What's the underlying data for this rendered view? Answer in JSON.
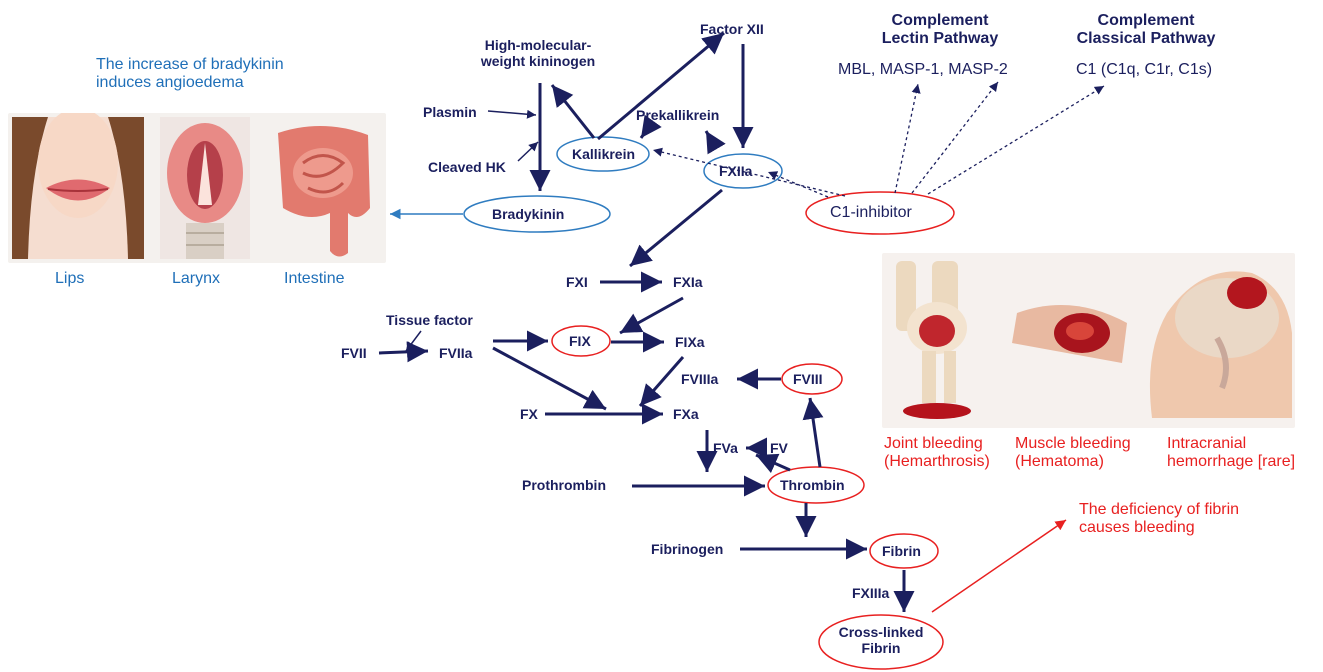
{
  "nodes": {
    "factor_xii": "Factor XII",
    "hmwk": "High-molecular-\nweight kininogen",
    "plasmin": "Plasmin",
    "prekallikrein": "Prekallikrein",
    "kallikrein": "Kallikrein",
    "cleaved_hk": "Cleaved HK",
    "fxiia": "FXIIa",
    "bradykinin": "Bradykinin",
    "c1_inhibitor": "C1-inhibitor",
    "fxi": "FXI",
    "fxia": "FXIa",
    "tissue_factor": "Tissue factor",
    "fvii": "FVII",
    "fviia": "FVIIa",
    "fix": "FIX",
    "fixa": "FIXa",
    "fviiia": "FVIIIa",
    "fviii": "FVIII",
    "fx": "FX",
    "fxa": "FXa",
    "fva": "FVa",
    "fv": "FV",
    "prothrombin": "Prothrombin",
    "thrombin": "Thrombin",
    "fibrinogen": "Fibrinogen",
    "fibrin": "Fibrin",
    "fxiiia": "FXIIIa",
    "cross_linked_fibrin": "Cross-linked\nFibrin"
  },
  "complement": {
    "lectin_title": "Complement\nLectin Pathway",
    "lectin_components": "MBL, MASP-1, MASP-2",
    "classical_title": "Complement\nClassical Pathway",
    "classical_components": "C1 (C1q, C1r, C1s)"
  },
  "angioedema": {
    "caption": "The increase of bradykinin\ninduces angioedema",
    "labels": [
      "Lips",
      "Larynx",
      "Intestine"
    ]
  },
  "bleeding": {
    "labels": [
      "Joint bleeding\n(Hemarthrosis)",
      "Muscle bleeding\n(Hematoma)",
      "Intracranial\nhemorrhage [rare]"
    ],
    "caption": "The deficiency of fibrin\ncauses bleeding"
  },
  "colors": {
    "node_text": "#1b1f5e",
    "arrow": "#1b1f5e",
    "ellipse_blue": "#2f7cc0",
    "ellipse_red": "#e82020",
    "caption_blue": "#1f6fb8",
    "caption_red": "#e82020"
  }
}
